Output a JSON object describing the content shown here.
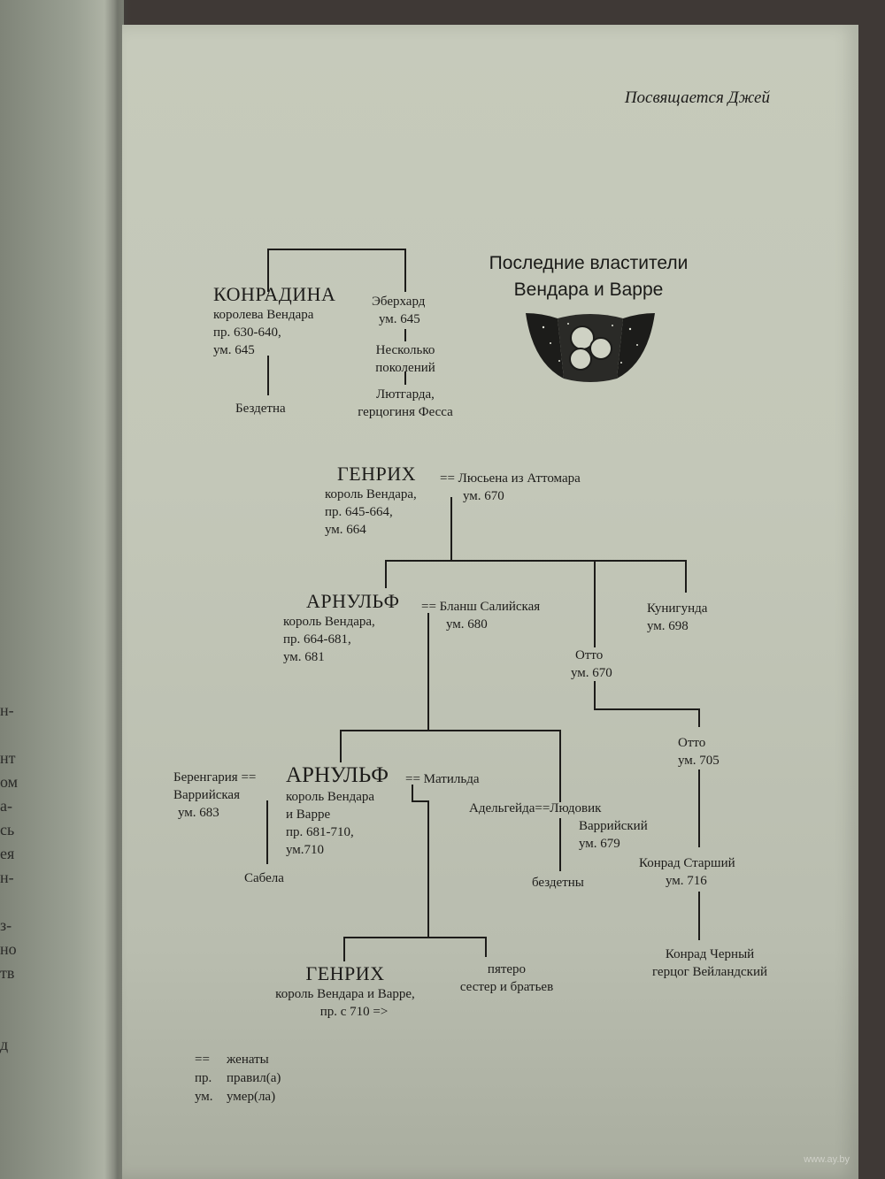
{
  "header": {
    "dedication": "Посвящается Джей"
  },
  "diagram": {
    "title": [
      "Последние властители",
      "Вендара и Варре"
    ]
  },
  "left_page_fragments": [
    "н-",
    "нт",
    "ом",
    "а-",
    "сь",
    "ея",
    "н-",
    "з-",
    "но",
    "тв",
    "д"
  ],
  "persons": {
    "konradina": {
      "name": "КОНРАДИНА",
      "details": [
        "королева Вендара",
        "пр. 630-640,",
        "ум. 645"
      ]
    },
    "eberhard": {
      "name": "Эберхард",
      "details": [
        "ум. 645"
      ]
    },
    "several_generations": {
      "text": [
        "Несколько",
        "поколений"
      ]
    },
    "childless_1": {
      "text": "Бездетна"
    },
    "liutgarda": {
      "text": [
        "Лютгарда,",
        "герцогиня Фесса"
      ]
    },
    "henry1": {
      "name": "ГЕНРИХ",
      "details": [
        "король Вендара,",
        "пр. 645-664,",
        "ум. 664"
      ]
    },
    "lusena": {
      "marriage": "==",
      "name": "Люсьена из Аттомара",
      "details": [
        "ум. 670"
      ]
    },
    "arnulf1": {
      "name": "АРНУЛЬФ",
      "details": [
        "король Вендара,",
        "пр. 664-681,",
        "ум. 681"
      ]
    },
    "blanche": {
      "marriage": "==",
      "name": "Бланш Салийская",
      "details": [
        "ум. 680"
      ]
    },
    "kunigunda": {
      "name": "Кунигунда",
      "details": [
        "ум. 698"
      ]
    },
    "otto1": {
      "name": "Отто",
      "details": [
        "ум. 670"
      ]
    },
    "otto2": {
      "name": "Отто",
      "details": [
        "ум. 705"
      ]
    },
    "berengaria": {
      "name": "Беренгария ==",
      "details": [
        "Варрийская",
        "ум. 683"
      ]
    },
    "arnulf2": {
      "name": "АРНУЛЬФ",
      "details": [
        "король Вендара",
        "и Варре",
        "пр. 681-710,",
        "ум.710"
      ]
    },
    "matilda": {
      "marriage": "==",
      "name": "Матильда"
    },
    "adelheid": {
      "name": "Адельгейда==",
      "spouse": "Людовик",
      "details": [
        "Варрийский",
        "ум. 679"
      ]
    },
    "sabela": {
      "text": "Сабела"
    },
    "childless_2": {
      "text": "бездетны"
    },
    "konrad_elder": {
      "name": "Конрад Старший",
      "details": [
        "ум. 716"
      ]
    },
    "henry2": {
      "name": "ГЕНРИХ",
      "details": [
        "король Вендара и Варре,",
        "пр. с 710 =>"
      ]
    },
    "five_siblings": {
      "text": [
        "пятеро",
        "сестер и братьев"
      ]
    },
    "konrad_black": {
      "name": "Конрад Черный",
      "details": [
        "герцог Вейландский"
      ]
    }
  },
  "legend": [
    {
      "symbol": "==",
      "meaning": "женаты"
    },
    {
      "symbol": "пр.",
      "meaning": "правил(а)"
    },
    {
      "symbol": "ум.",
      "meaning": "умер(ла)"
    }
  ],
  "watermark": "www.ay.by"
}
